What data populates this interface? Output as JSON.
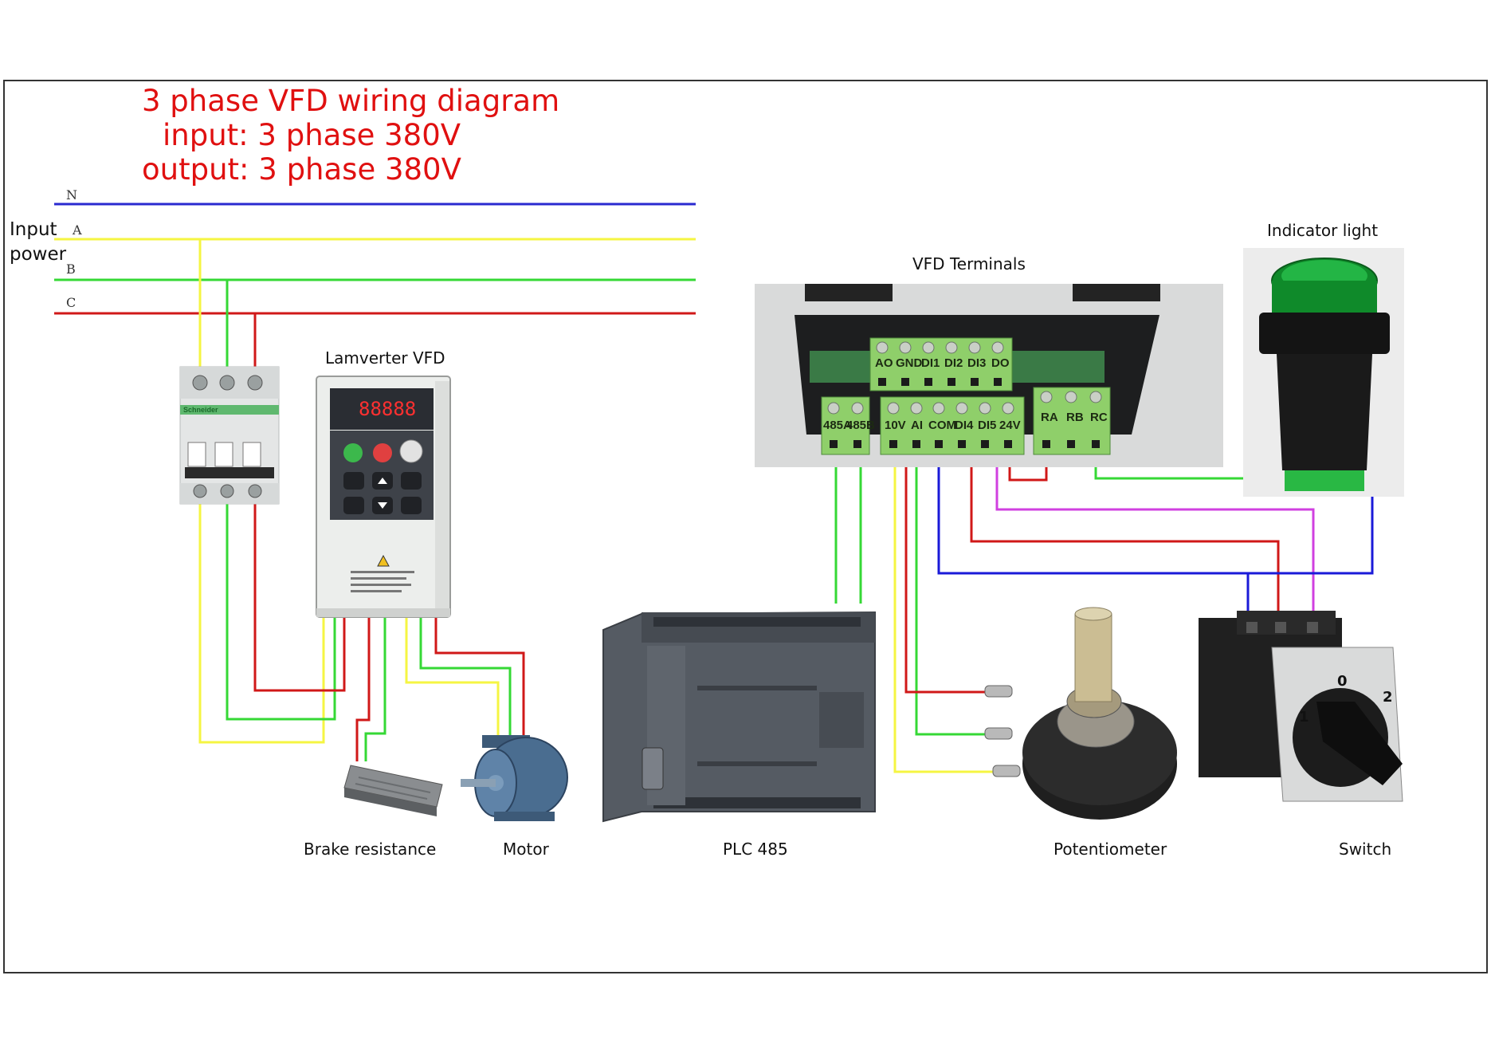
{
  "title": {
    "line1": "3 phase VFD wiring diagram",
    "line2": "input: 3 phase 380V",
    "line3": "output: 3 phase 380V"
  },
  "input_power": {
    "label_line1": "Input",
    "label_line2": "power",
    "buses": [
      {
        "name": "N",
        "color": "#2a2ad0"
      },
      {
        "name": "A",
        "color": "#f5f542"
      },
      {
        "name": "B",
        "color": "#35d835"
      },
      {
        "name": "C",
        "color": "#d01818"
      }
    ]
  },
  "devices": {
    "breaker": {
      "brand": "Schneider"
    },
    "vfd": {
      "label": "Lamverter VFD",
      "display": "88888"
    },
    "terminals": {
      "label": "VFD Terminals",
      "top_row": [
        "AO",
        "GND",
        "DI1",
        "DI2",
        "DI3",
        "DO"
      ],
      "bottom_left": [
        "485A",
        "485B"
      ],
      "bottom_mid": [
        "10V",
        "AI",
        "COM",
        "DI4",
        "DI5",
        "24V"
      ],
      "relay": [
        "RA",
        "RB",
        "RC"
      ]
    },
    "indicator": {
      "label": "Indicator light"
    },
    "brake": {
      "label": "Brake resistance"
    },
    "motor": {
      "label": "Motor"
    },
    "plc": {
      "label": "PLC 485"
    },
    "potentiometer": {
      "label": "Potentiometer"
    },
    "switch": {
      "label": "Switch",
      "positions": [
        "0",
        "1",
        "2"
      ]
    }
  },
  "colors": {
    "yellow": "#f5f542",
    "green": "#35d835",
    "red": "#d01818",
    "blue": "#1a1ad8",
    "magenta": "#d040e0",
    "terminal_green": "#8fcf6a"
  }
}
